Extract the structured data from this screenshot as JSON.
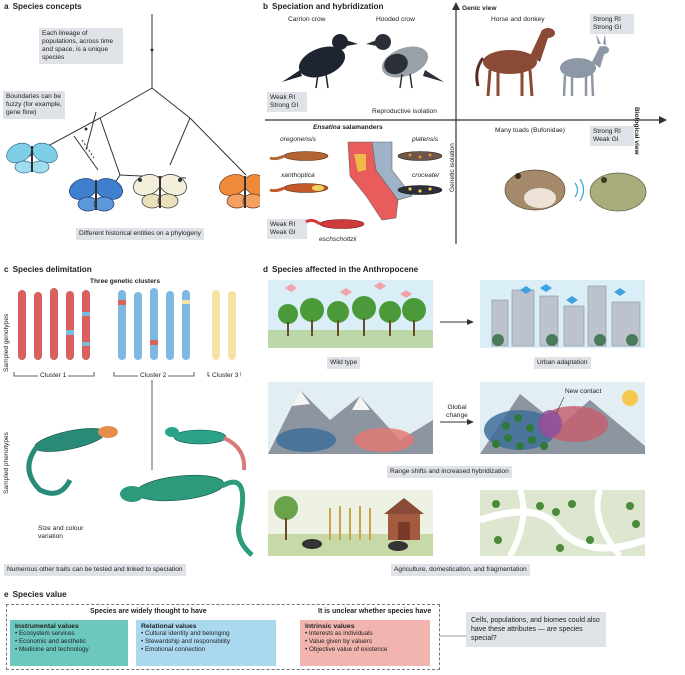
{
  "panel_a": {
    "letter": "a",
    "title": "Species concepts",
    "lineage_note": "Each lineage of populations, across time and space, is a unique species",
    "boundary_note": "Boundaries can be fuzzy (for example, gene flow)",
    "caption": "Different historical entities on a phylogeny"
  },
  "panel_b": {
    "letter": "b",
    "title": "Speciation and hybridization",
    "genic_view": "Genic view",
    "biological_view": "Biological view",
    "reproductive_isolation": "Reproductive isolation",
    "genetic_isolation": "Genetic isolation",
    "carrion_crow": "Carrion crow",
    "hooded_crow": "Hooded crow",
    "horse_donkey": "Horse and donkey",
    "toads": "Many toads (Bufonidae)",
    "weak_ri_strong_gi": "Weak RI Strong GI",
    "strong_ri_strong_gi": "Strong RI Strong GI",
    "weak_ri_weak_gi": "Weak RI Weak GI",
    "strong_ri_weak_gi": "Strong RI Weak GI",
    "ensatina_italic": "Ensatina",
    "ensatina_rest": " salamanders",
    "oregonensis": "oregonensis",
    "platensis": "platensis",
    "xanthoptica": "xanthoptica",
    "croceater": "croceater",
    "eschscholtzii": "eschscholtzii"
  },
  "panel_c": {
    "letter": "c",
    "title": "Species delimitation",
    "clusters_heading": "Three genetic clusters",
    "sampled_genotypes": "Sampled genotypes",
    "sampled_phenotypes": "Sampled phenotypes",
    "cluster1": "Cluster 1",
    "cluster2": "Cluster 2",
    "cluster3": "Cluster 3",
    "size_colour": "Size and colour variation",
    "caption": "Numerous other traits can be tested and linked to speciation"
  },
  "panel_d": {
    "letter": "d",
    "title": "Species affected in the Anthropocene",
    "wild_type": "Wild type",
    "urban_adaptation": "Urban adaptation",
    "global_change": "Global change",
    "new_contact": "New contact",
    "range_shifts": "Range shifts and increased hybridization",
    "agriculture": "Agriculture, domestication, and fragmentation"
  },
  "panel_e": {
    "letter": "e",
    "title": "Species value",
    "widely_heading": "Species are widely thought to have",
    "unclear_heading": "It is unclear whether species have",
    "instrumental": {
      "title": "Instrumental values",
      "items": [
        "Ecosystem services",
        "Economic and aesthetic",
        "Medicine and technology"
      ]
    },
    "relational": {
      "title": "Relational values",
      "items": [
        "Cultural identity and belonging",
        "Stewardship and responsibility",
        "Emotional connection"
      ]
    },
    "intrinsic": {
      "title": "Intrinsic values",
      "items": [
        "Interests as individuals",
        "Value given by valuers",
        "Objective value of existence"
      ]
    },
    "question": "Cells, populations, and biomes could also have these attributes — are species special?"
  },
  "colors": {
    "cluster_red": "#d9605e",
    "cluster_blue": "#7db8e0",
    "cluster_yellow": "#f6e2a5",
    "instrumental_bg": "#6cc7bd",
    "relational_bg": "#a9d8ef",
    "intrinsic_bg": "#f2b4ae",
    "note_box": "#dfe2e7"
  }
}
